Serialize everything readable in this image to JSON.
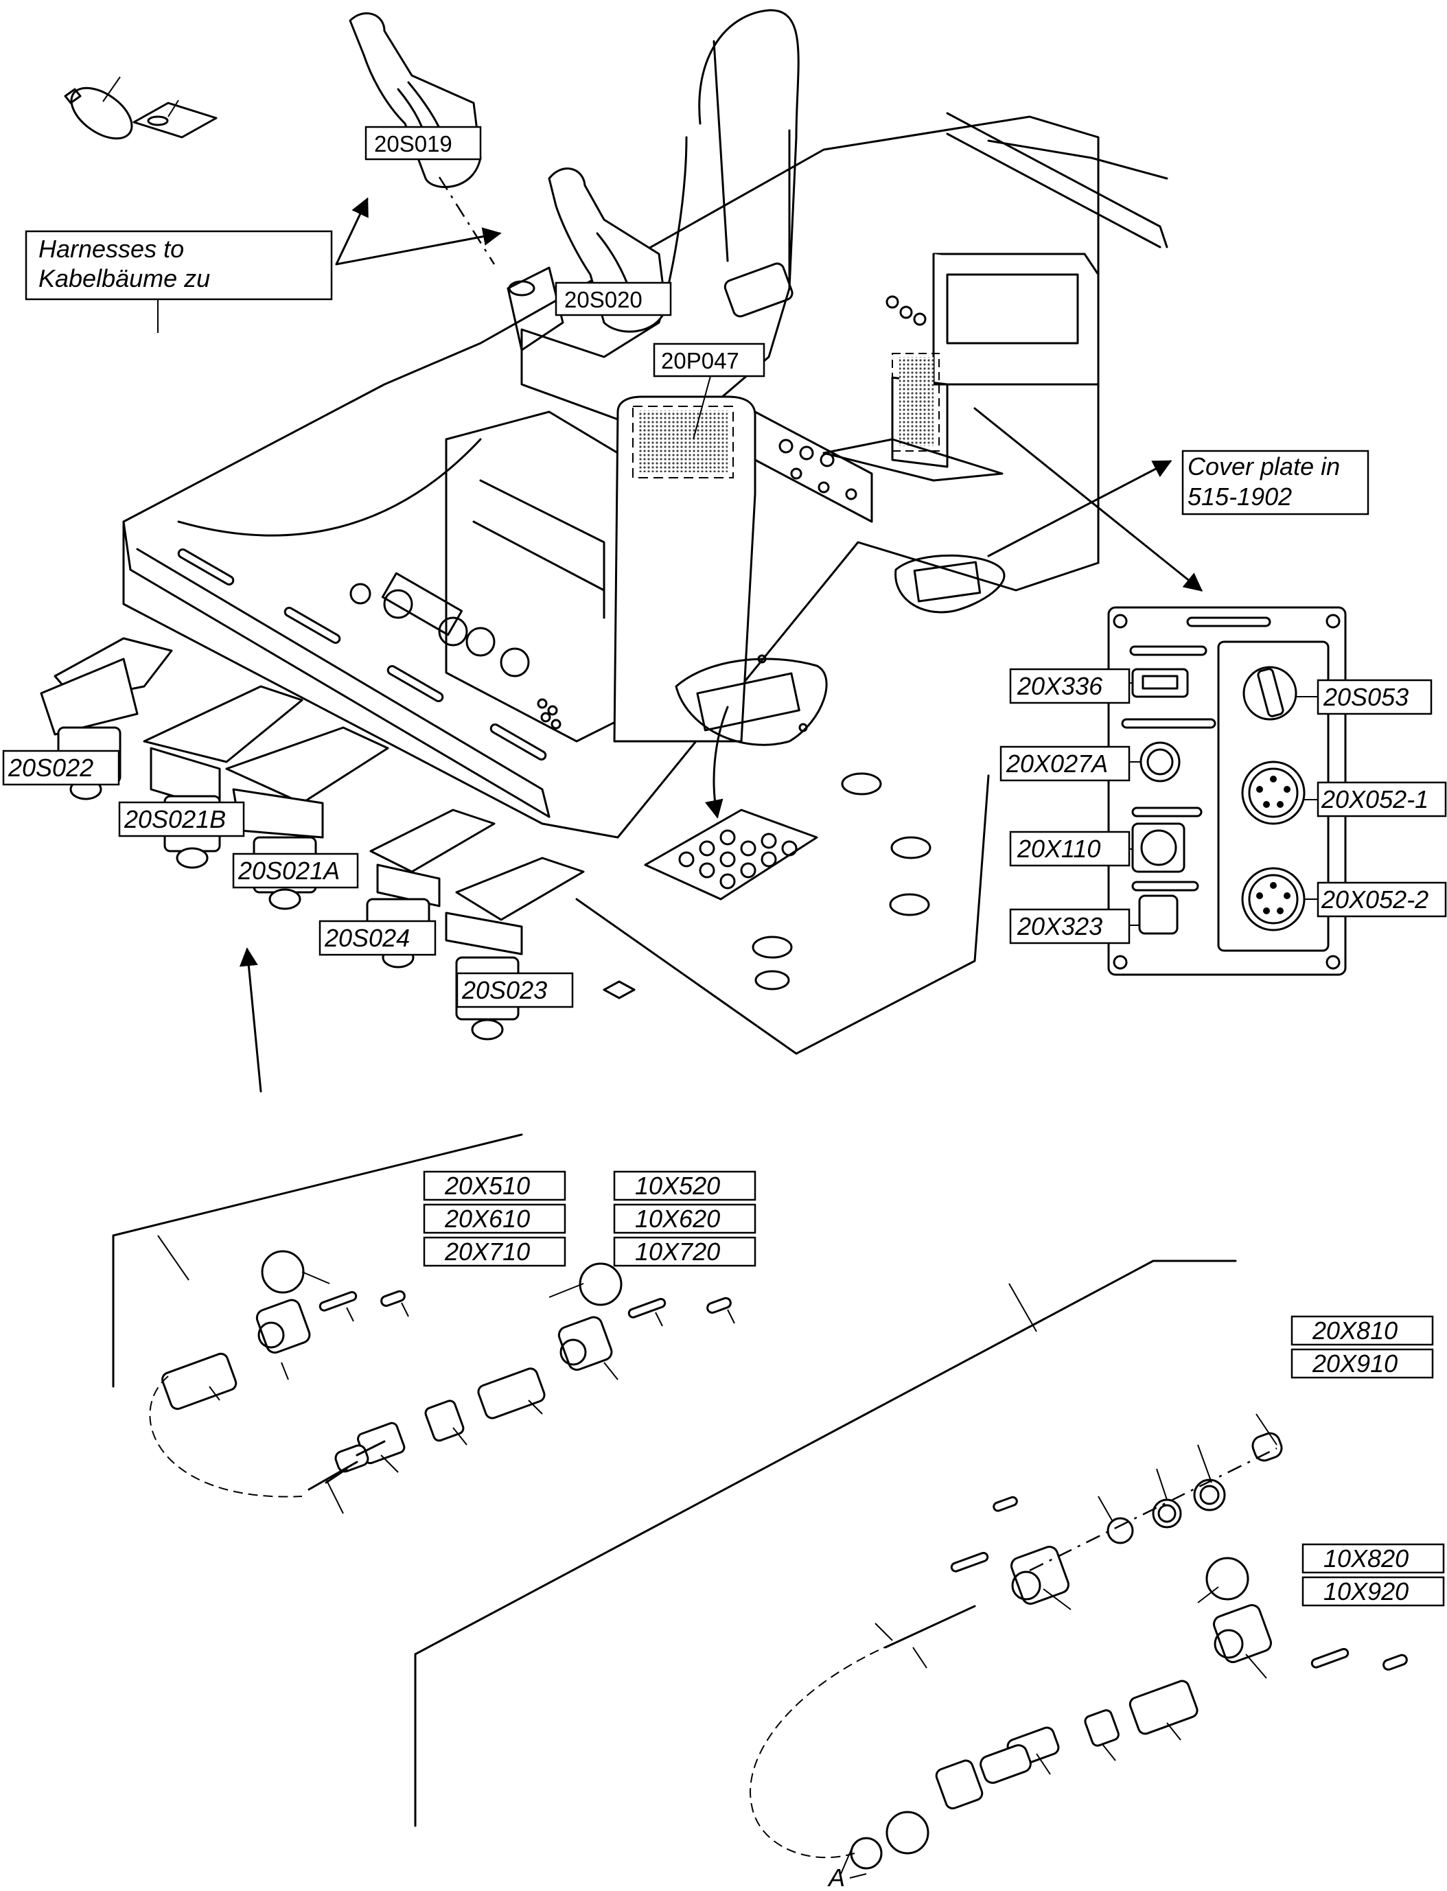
{
  "notes": {
    "harnesses_line1": "Harnesses to",
    "harnesses_line2": "Kabelbäume zu",
    "cover_line1": "Cover plate in",
    "cover_line2": "515-1902",
    "detail_letter": "A"
  },
  "labels": {
    "s019": "20S019",
    "s020": "20S020",
    "p047": "20P047",
    "s022": "20S022",
    "s021b": "20S021B",
    "s021a": "20S021A",
    "s024": "20S024",
    "s023": "20S023",
    "x336": "20X336",
    "x027a": "20X027A",
    "x110": "20X110",
    "x323": "20X323",
    "s053": "20S053",
    "x052_1": "20X052-1",
    "x052_2": "20X052-2",
    "x510": "20X510",
    "x610": "20X610",
    "x710": "20X710",
    "x520": "10X520",
    "x620": "10X620",
    "x720": "10X720",
    "x810": "20X810",
    "x910": "20X910",
    "x820": "10X820",
    "x920": "10X920"
  }
}
